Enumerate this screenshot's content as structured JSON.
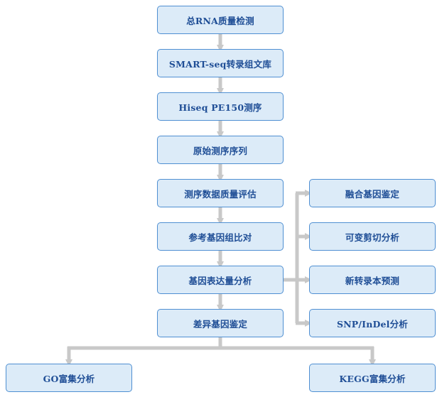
{
  "colors": {
    "box_fill": "#dcebf8",
    "box_border": "#4f8fd2",
    "text": "#1f4e96",
    "connector": "#c8c8c8"
  },
  "main_flow": [
    "总RNA质量检测",
    "SMART-seq转录组文库",
    "Hiseq PE150测序",
    "原始测序序列",
    "测序数据质量评估",
    "参考基因组比对",
    "基因表达量分析",
    "差异基因鉴定"
  ],
  "side_branch": [
    "融合基因鉴定",
    "可变剪切分析",
    "新转录本预测",
    "SNP/InDel分析"
  ],
  "bottom_branch": [
    "GO富集分析",
    "KEGG富集分析"
  ]
}
